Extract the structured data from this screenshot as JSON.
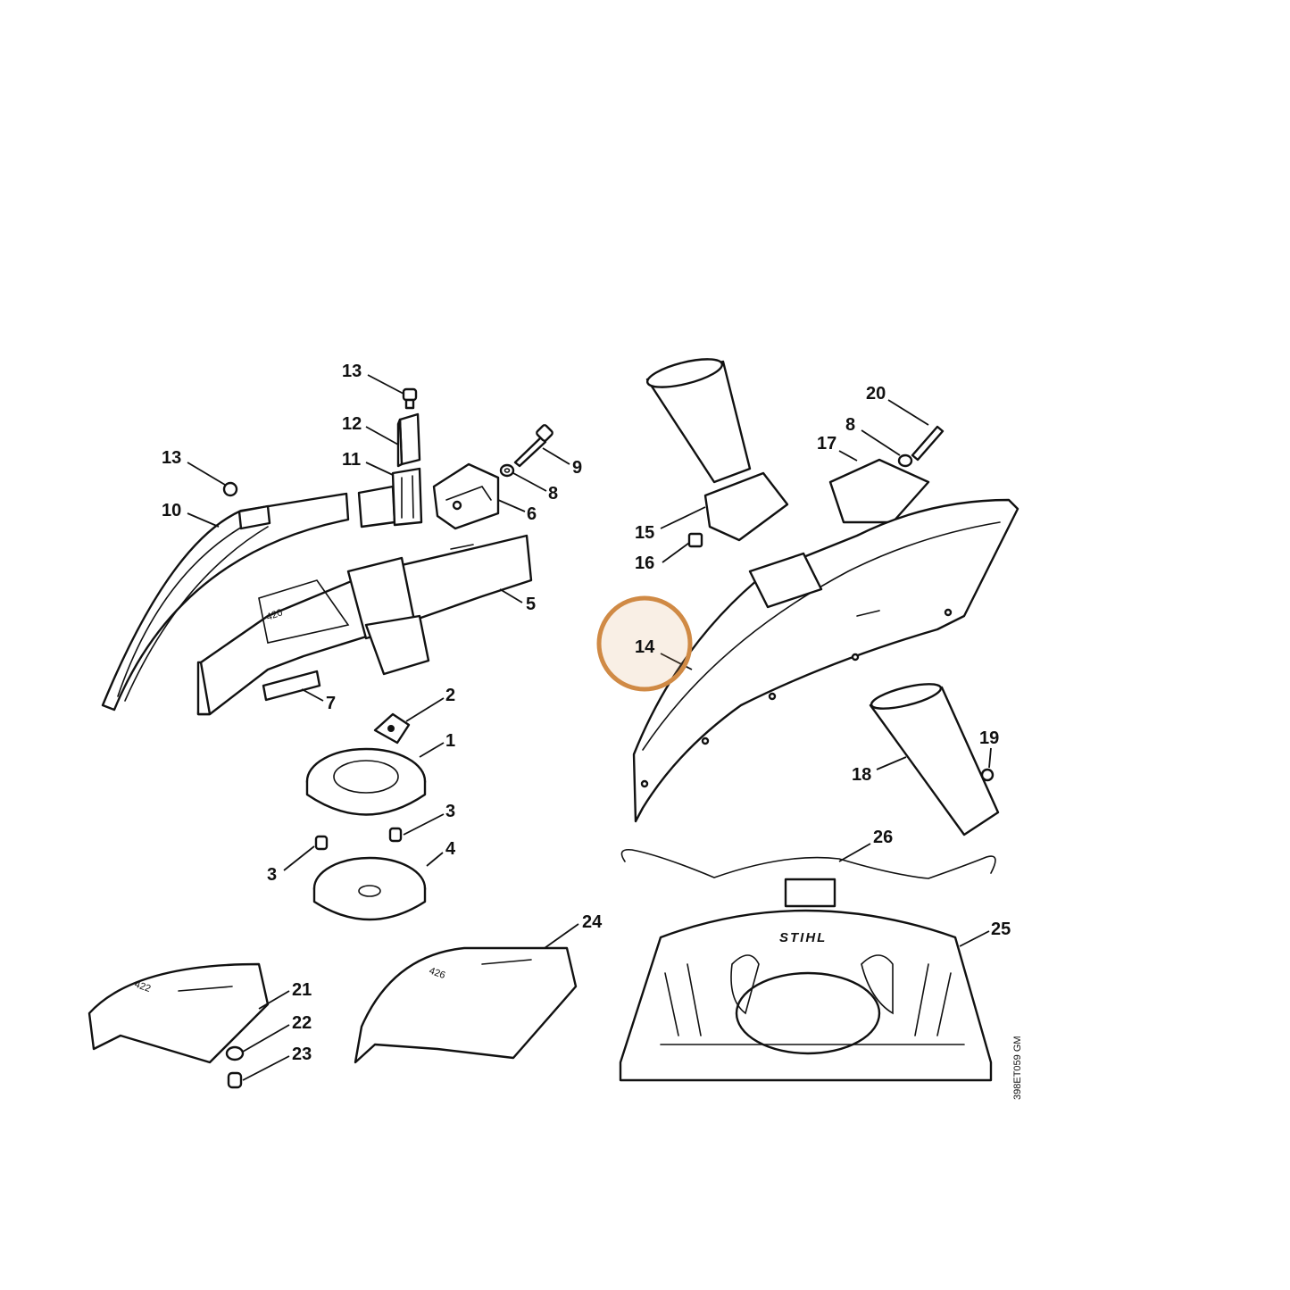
{
  "diagram": {
    "reference_code": "398ET059 GM",
    "brand_mark": "STIHL",
    "highlight": {
      "color": "#d08a45",
      "part": "14"
    },
    "callouts": {
      "c13a": "13",
      "c12": "12",
      "c11": "11",
      "c13b": "13",
      "c10": "10",
      "c9": "9",
      "c8a": "8",
      "c6": "6",
      "c5": "5",
      "c7": "7",
      "c2": "2",
      "c1": "1",
      "c3a": "3",
      "c3b": "3",
      "c4": "4",
      "c20": "20",
      "c8b": "8",
      "c17": "17",
      "c15": "15",
      "c16": "16",
      "c14": "14",
      "c19": "19",
      "c18": "18",
      "c26": "26",
      "c25": "25",
      "c24": "24",
      "c21": "21",
      "c22": "22",
      "c23": "23"
    }
  }
}
